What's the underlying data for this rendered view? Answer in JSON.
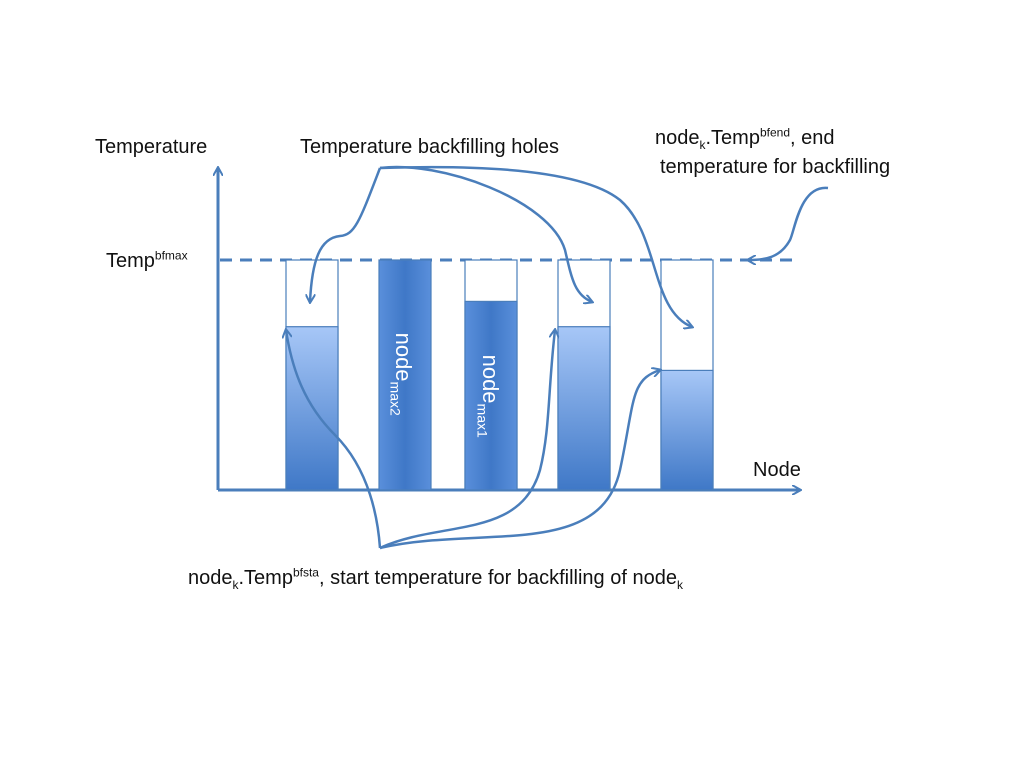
{
  "labels": {
    "y_axis": "Temperature",
    "x_axis": "Node",
    "holes": "Temperature backfilling holes",
    "tempmax_base": "Temp",
    "tempmax_sup": "bfmax",
    "end_node": "node",
    "end_node_sub": "k",
    "end_temp": ".Temp",
    "end_sup": "bfend",
    "end_rest1": ", end",
    "end_rest2": "temperature for backfilling",
    "start_node": "node",
    "start_node_sub": "k",
    "start_temp": ".Temp",
    "start_sup": "bfsta",
    "start_rest": ", start temperature for backfilling of node",
    "start_tail_sub": "k",
    "bar2_text": "node",
    "bar2_sub": "max2",
    "bar3_text": "node",
    "bar3_sub": "max1"
  },
  "diagram": {
    "tempmax_level": 1.0,
    "bars": [
      {
        "id": "bar-1",
        "fill_fraction": 0.71,
        "full_height": false
      },
      {
        "id": "bar-2",
        "fill_fraction": 1.0,
        "full_height": true
      },
      {
        "id": "bar-3",
        "fill_fraction": 0.82,
        "full_height": true
      },
      {
        "id": "bar-4",
        "fill_fraction": 0.71,
        "full_height": false
      },
      {
        "id": "bar-5",
        "fill_fraction": 0.52,
        "full_height": false
      }
    ],
    "colors": {
      "axis": "#4a7ebb",
      "bar_dark": "#3f78c7",
      "bar_light": "#a7c7f7",
      "arrow": "#4a7ebb",
      "outline": "#4a7ebb"
    }
  }
}
